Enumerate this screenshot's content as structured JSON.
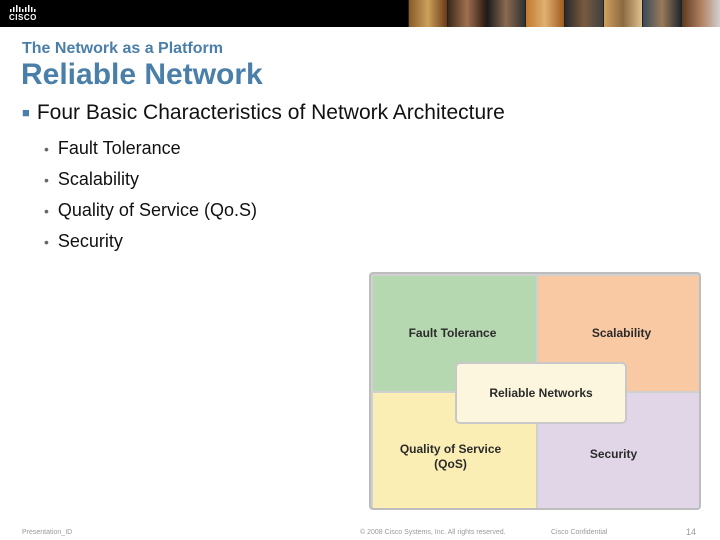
{
  "header": {
    "logo_text": "CISCO"
  },
  "slide": {
    "subtitle": "The Network as a Platform",
    "title": "Reliable Network",
    "main_bullet": "Four Basic Characteristics of Network Architecture",
    "sub_bullets": [
      "Fault Tolerance",
      "Scalability",
      "Quality of Service (Qo.S)",
      "Security"
    ]
  },
  "diagram": {
    "top_left": "Fault Tolerance",
    "top_right": "Scalability",
    "bottom_left_line1": "Quality of Service",
    "bottom_left_line2": "(QoS)",
    "bottom_right": "Security",
    "center": "Reliable Networks"
  },
  "footer": {
    "presentation_id": "Presentation_ID",
    "copyright": "© 2008 Cisco Systems, Inc. All rights reserved.",
    "confidential": "Cisco Confidential",
    "page_number": "14"
  },
  "colors": {
    "title_blue": "#4a7faa",
    "fault_tolerance": "#b6d8b0",
    "scalability": "#f9c9a4",
    "qos": "#fbeeb4",
    "security": "#e1d6e8",
    "center": "#fcf6de"
  }
}
